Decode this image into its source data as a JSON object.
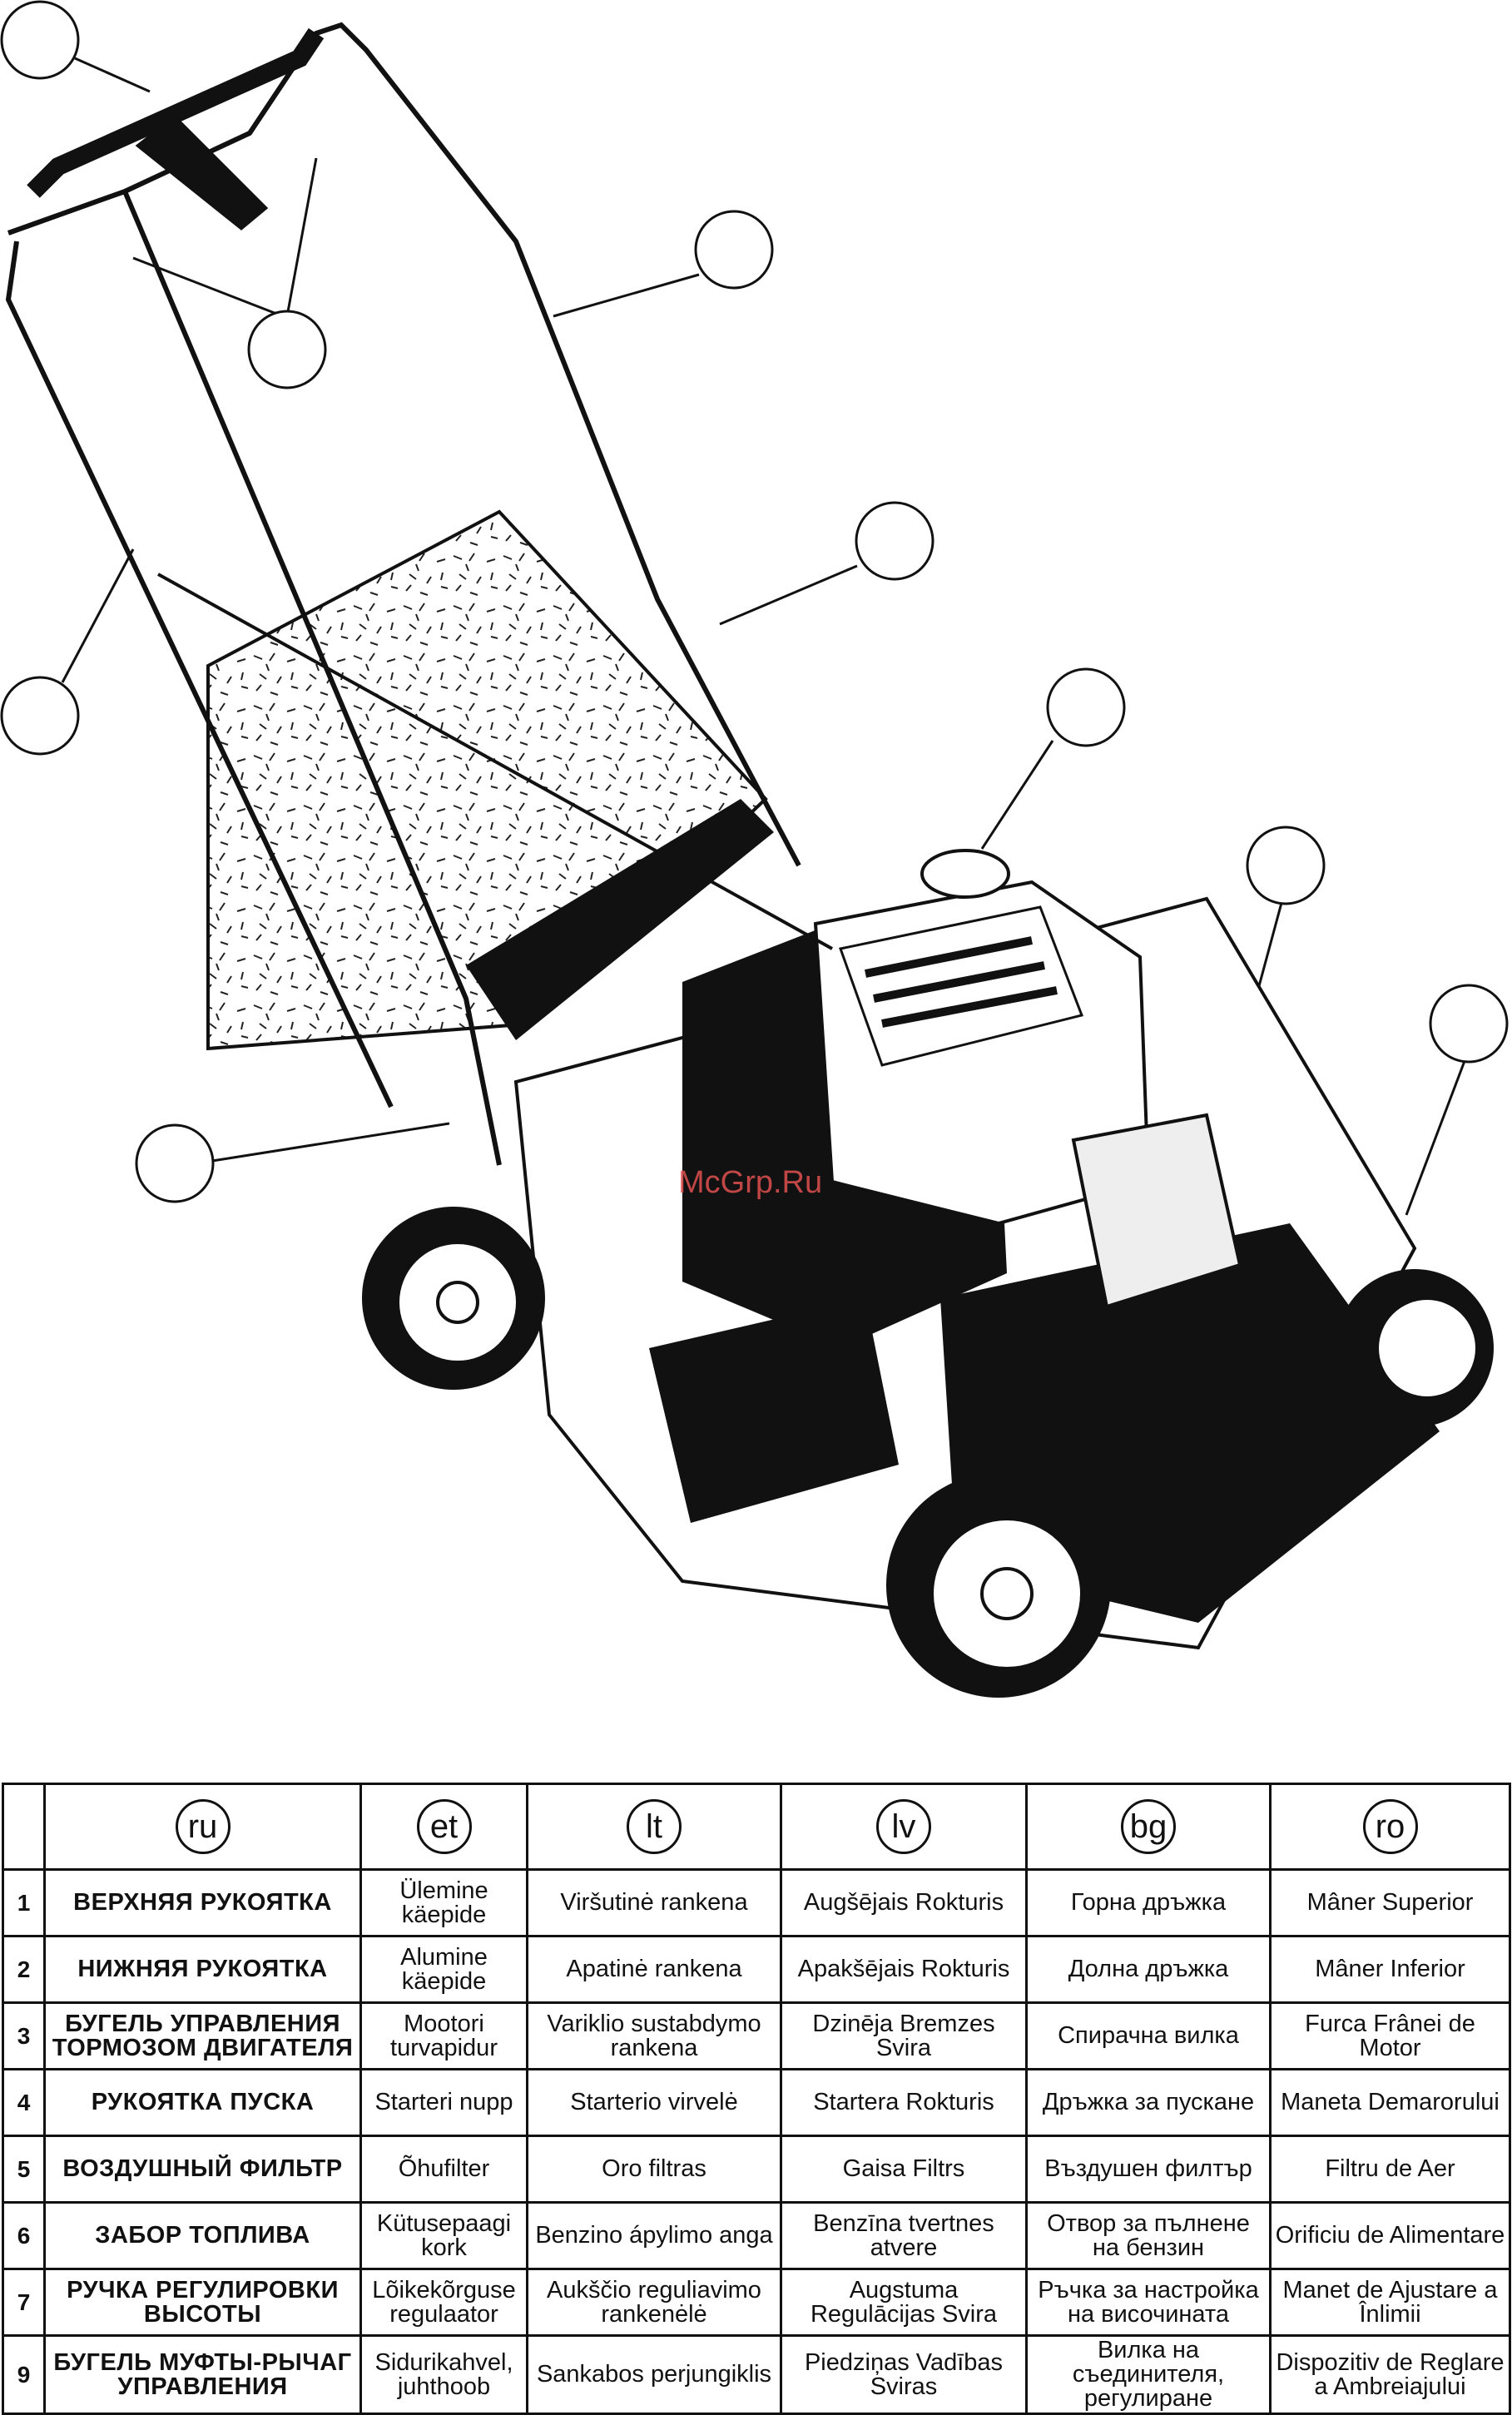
{
  "watermark": "McGrp.Ru",
  "languages": [
    "ru",
    "et",
    "lt",
    "lv",
    "bg",
    "ro"
  ],
  "rows": [
    {
      "num": "1",
      "ru": "ВЕРХНЯЯ РУКОЯТКА",
      "et": "Ülemine käepide",
      "lt": "Viršutinė rankena",
      "lv": "Augšējais Rokturis",
      "bg": "Горна дръжка",
      "ro": "Mâner Superior"
    },
    {
      "num": "2",
      "ru": "НИЖНЯЯ РУКОЯТКА",
      "et": "Alumine käepide",
      "lt": "Apatinė rankena",
      "lv": "Apakšējais Rokturis",
      "bg": "Долна дръжка",
      "ro": "Mâner Inferior"
    },
    {
      "num": "3",
      "ru": "БУГЕЛЬ УПРАВЛЕНИЯ ТОРМОЗОМ ДВИГАТЕЛЯ",
      "et": "Mootori turvapidur",
      "lt": "Variklio sustabdymo rankena",
      "lv": "Dzinēja Bremzes Svira",
      "bg": "Спирачна вилка",
      "ro": "Furca Frânei de Motor"
    },
    {
      "num": "4",
      "ru": "РУКОЯТКА ПУСКА",
      "et": "Starteri nupp",
      "lt": "Starterio virvelė",
      "lv": "Startera Rokturis",
      "bg": "Дръжка за пускане",
      "ro": "Maneta Demarorului"
    },
    {
      "num": "5",
      "ru": "ВОЗДУШНЫЙ ФИЛЬТР",
      "et": "Õhufilter",
      "lt": "Oro filtras",
      "lv": "Gaisa Filtrs",
      "bg": "Въздушен филтър",
      "ro": "Filtru de Aer"
    },
    {
      "num": "6",
      "ru": "ЗАБОР ТОПЛИВА",
      "et": "Kütusepaagi kork",
      "lt": "Benzino ápylimo anga",
      "lv": "Benzīna tvertnes atvere",
      "bg": "Отвор за пълнене на бензин",
      "ro": "Orificiu de Alimentare"
    },
    {
      "num": "7",
      "ru": "РУЧКА РЕГУЛИРОВКИ ВЫСОТЫ",
      "et": "Lõikekõrguse regulaator",
      "lt": "Aukščio reguliavimo rankenėlė",
      "lv": "Augstuma Regulācijas Svira",
      "bg": "Ръчка за настройка на височината",
      "ro": "Manet de Ajustare a Înlimii"
    },
    {
      "num": "9",
      "ru": "БУГЕЛЬ МУФТЫ-РЫЧАГ УПРАВЛЕНИЯ",
      "et": "Sidurikahvel, juhthoob",
      "lt": "Sankabos perjungiklis",
      "lv": "Piedziņas Vadības Sviras",
      "bg": "Вилка на съединителя, регулиране",
      "ro": "Dispozitiv de Reglare a Ambreiajului"
    }
  ]
}
